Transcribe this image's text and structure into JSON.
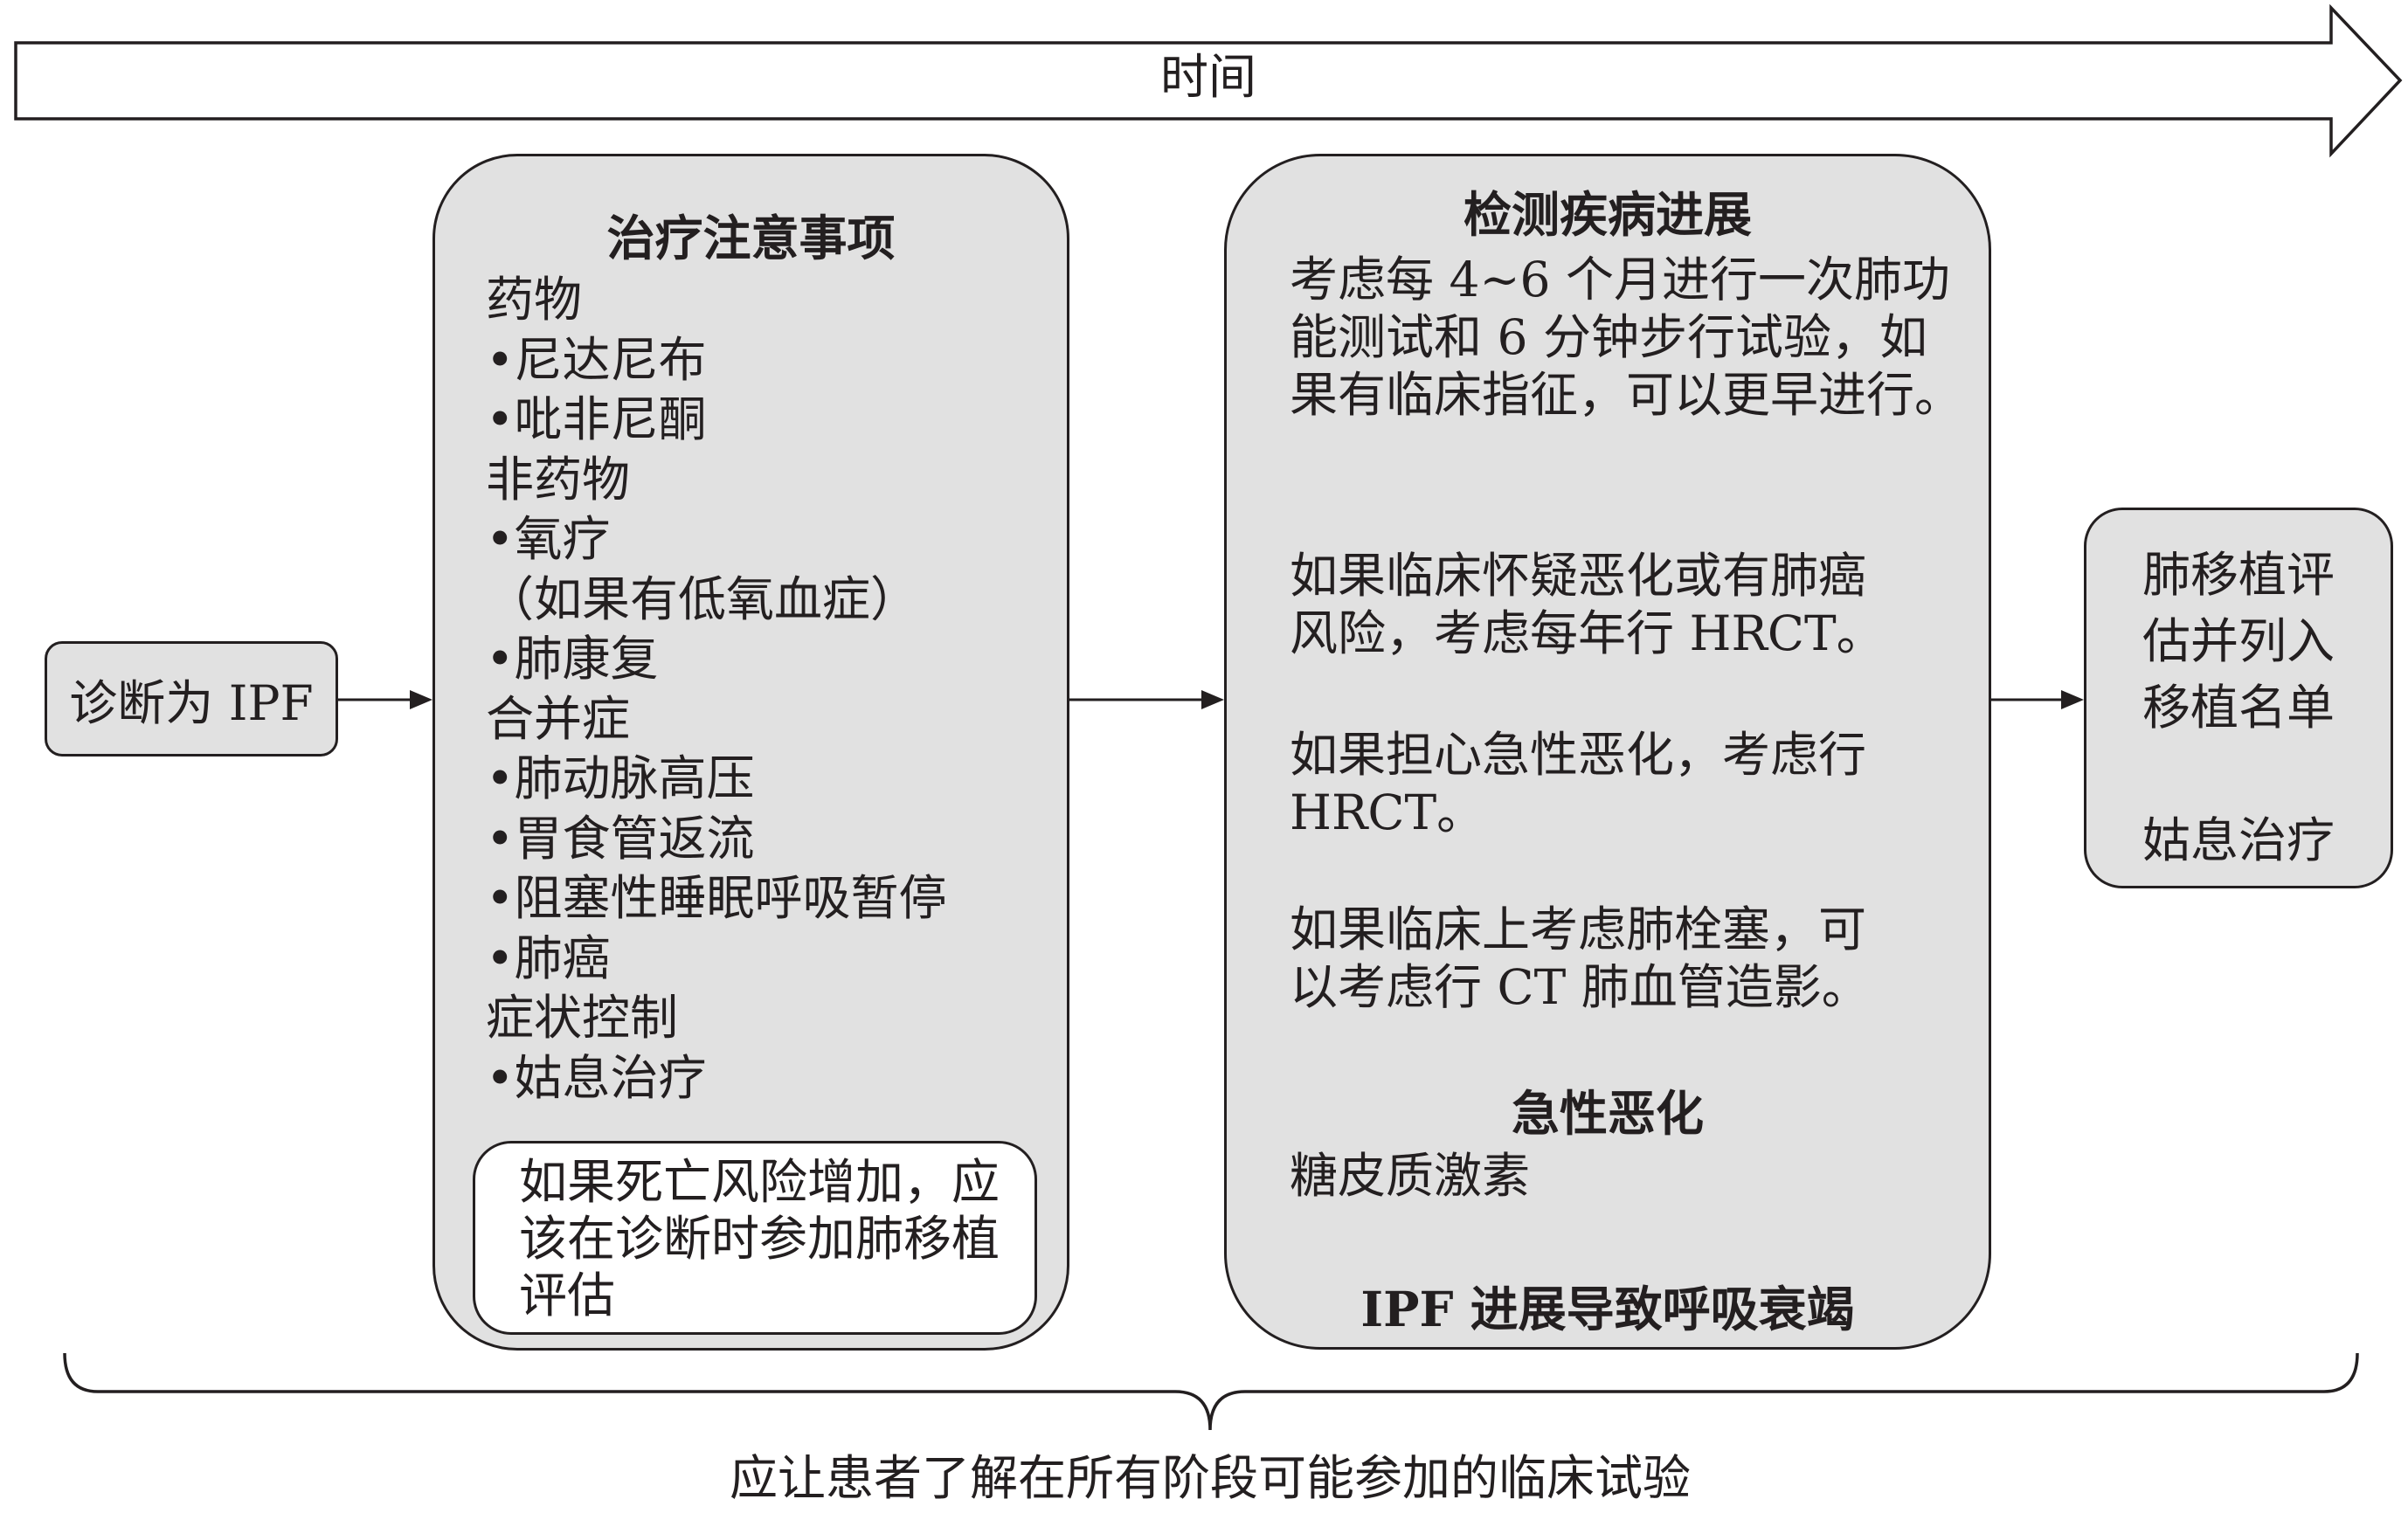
{
  "colors": {
    "box_fill": "#e1e1e1",
    "border": "#231f20",
    "note_fill": "#ffffff",
    "text": "#231f20"
  },
  "timeline": {
    "label": "时间"
  },
  "diagnosis": {
    "label": "诊断为 IPF"
  },
  "treatment": {
    "title": "治疗注意事项",
    "sections": [
      {
        "heading": "药物",
        "items": [
          "尼达尼布",
          "吡非尼酮"
        ]
      },
      {
        "heading": "非药物",
        "items": [
          "氧疗",
          "肺康复"
        ],
        "qualifier": "（如果有低氧血症）"
      },
      {
        "heading": "合并症",
        "items": [
          "肺动脉高压",
          "胃食管返流",
          "阻塞性睡眠呼吸暂停",
          "肺癌"
        ]
      },
      {
        "heading": "症状控制",
        "items": [
          "姑息治疗"
        ]
      }
    ],
    "note": {
      "lines": [
        "如果死亡风险增加，应",
        "该在诊断时参加肺移植",
        "评估"
      ]
    }
  },
  "monitoring": {
    "title": "检测疾病进展",
    "paragraphs": [
      {
        "lines": [
          "考虑每 4~6 个月进行一次肺功",
          "能测试和 6 分钟步行试验，如",
          "果有临床指征，可以更早进行。"
        ]
      },
      {
        "lines": [
          "如果临床怀疑恶化或有肺癌",
          "风险，考虑每年行 HRCT。"
        ]
      },
      {
        "lines": [
          "如果担心急性恶化，考虑行",
          "HRCT。"
        ]
      },
      {
        "lines": [
          "如果临床上考虑肺栓塞，可",
          "以考虑行 CT 肺血管造影。"
        ]
      }
    ],
    "acute_exacerbation": {
      "heading": "急性恶化",
      "treatment": "糖皮质激素"
    },
    "end_stage": "IPF 进展导致呼吸衰竭"
  },
  "outcome": {
    "transplant_lines": [
      "肺移植评",
      "估并列入",
      "移植名单"
    ],
    "palliative": "姑息治疗"
  },
  "footer": {
    "label": "应让患者了解在所有阶段可能参加的临床试验"
  }
}
